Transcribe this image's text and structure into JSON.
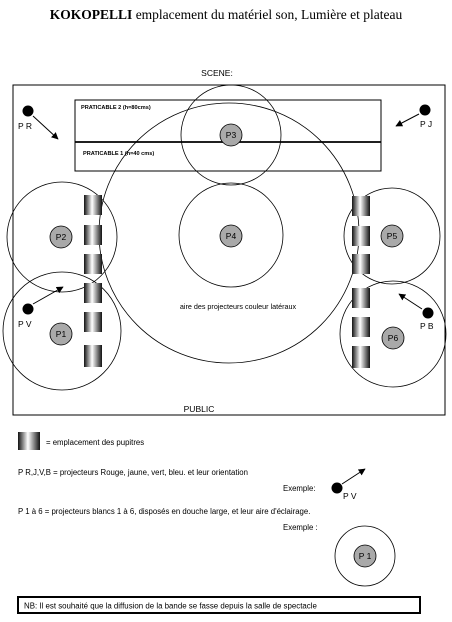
{
  "title": {
    "bold": "KOKOPELLI",
    "rest": " emplacement du matériel son, Lumière et plateau"
  },
  "stage": {
    "scene_label": "SCENE:",
    "public_label": "PUBLIC",
    "praticable2": "PRATICABLE 2 (h=80cms)",
    "praticable1": "PRATICABLE 1 (h=40 cms)",
    "lateral_area": "aire des projecteurs couleur latéraux"
  },
  "projectors_white": [
    "P1",
    "P2",
    "P3",
    "P4",
    "P5",
    "P6"
  ],
  "projectors_color": {
    "pr": "P R",
    "pj": "P J",
    "pv": "P V",
    "pb": "P B"
  },
  "legend": {
    "pupitres": "= emplacement des pupitres",
    "colored": "P R,J,V,B = projecteurs Rouge, jaune, vert, bleu. et leur orientation",
    "example1_label": "Exemple:",
    "example1_proj": "P V",
    "white": "P 1 à 6 = projecteurs blancs 1 à 6, disposés en douche large, et leur aire d'éclairage.",
    "example2_label": "Exemple :",
    "example2_proj": "P 1"
  },
  "note": "NB: Il est souhaité que la diffusion de la bande se fasse depuis la salle de spectacle",
  "colors": {
    "line": "#000000",
    "projector_fill": "#a9a9a9",
    "dot": "#000000"
  }
}
